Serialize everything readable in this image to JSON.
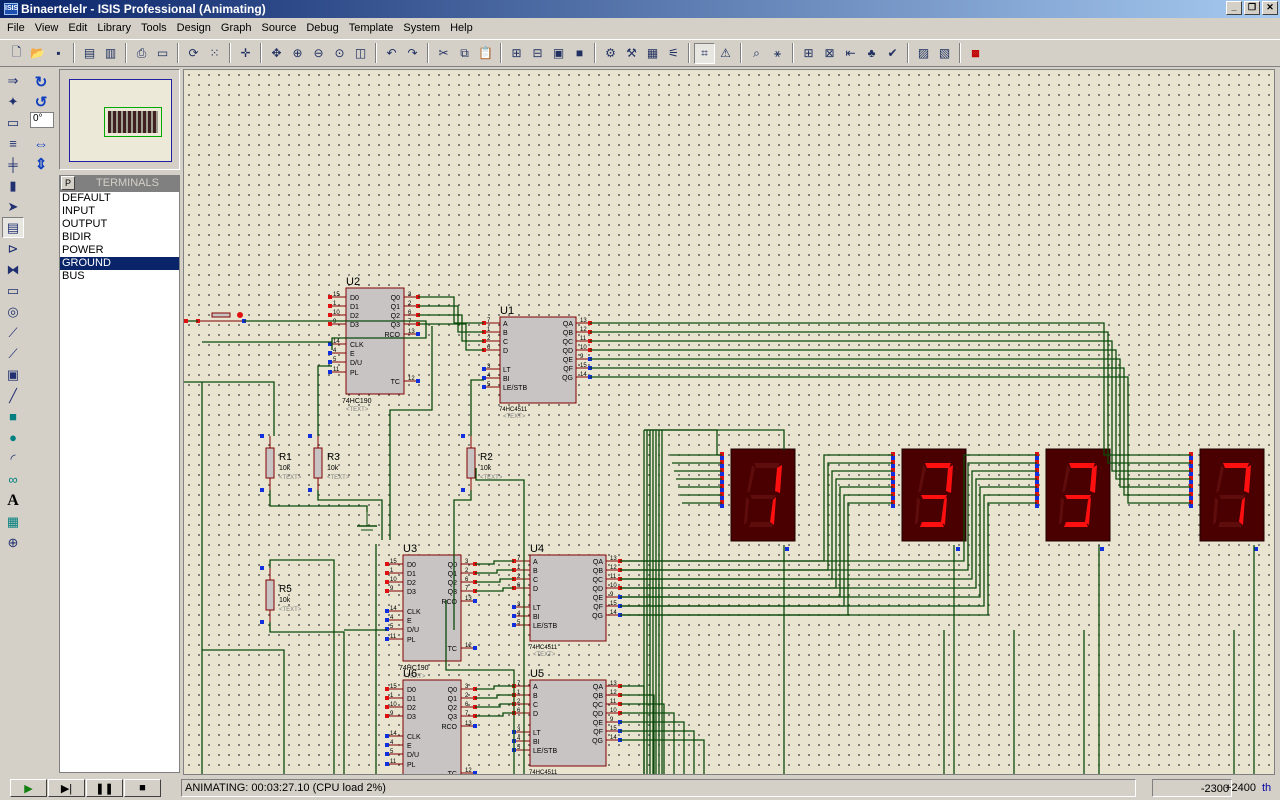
{
  "window": {
    "title": "Binaertelelr - ISIS Professional (Animating)",
    "app_icon": "ISIS"
  },
  "menu": [
    "File",
    "View",
    "Edit",
    "Library",
    "Tools",
    "Design",
    "Graph",
    "Source",
    "Debug",
    "Template",
    "System",
    "Help"
  ],
  "rotation": {
    "value": "0°"
  },
  "device_list": {
    "picker_label": "P",
    "title": "TERMINALS",
    "items": [
      "DEFAULT",
      "INPUT",
      "OUTPUT",
      "BIDIR",
      "POWER",
      "GROUND",
      "BUS"
    ],
    "selected": "GROUND"
  },
  "schematic": {
    "counter_ic": {
      "part": "74HC190",
      "placeholder": "<TEXT>",
      "left_pins": [
        "D0",
        "D1",
        "D2",
        "D3",
        "CLK",
        "E",
        "D/U",
        "PL"
      ],
      "left_nums": [
        "15",
        "1",
        "10",
        "9",
        "14",
        "4",
        "5",
        "11"
      ],
      "right_pins": [
        "Q0",
        "Q1",
        "Q2",
        "Q3",
        "RCO",
        "TC"
      ],
      "right_nums": [
        "3",
        "2",
        "6",
        "7",
        "13",
        "12"
      ]
    },
    "decoder_ic": {
      "part": "74HC4511",
      "placeholder": "<TEXT>",
      "left_pins": [
        "A",
        "B",
        "C",
        "D",
        "LT",
        "BI",
        "LE/STB"
      ],
      "left_nums": [
        "7",
        "1",
        "2",
        "6",
        "3",
        "4",
        "5"
      ],
      "right_pins": [
        "QA",
        "QB",
        "QC",
        "QD",
        "QE",
        "QF",
        "QG"
      ],
      "right_nums": [
        "13",
        "12",
        "11",
        "10",
        "9",
        "15",
        "14"
      ]
    },
    "counters": [
      {
        "ref": "U2",
        "show_part": true
      },
      {
        "ref": "U3",
        "show_part": true
      },
      {
        "ref": "U6",
        "show_part": false
      }
    ],
    "decoders": [
      {
        "ref": "U1"
      },
      {
        "ref": "U4"
      },
      {
        "ref": "U5"
      }
    ],
    "resistors": [
      {
        "ref": "R1",
        "value": "10k",
        "text": "<TEXT>"
      },
      {
        "ref": "R3",
        "value": "10k",
        "text": "<TEXT>"
      },
      {
        "ref": "R2",
        "value": "10k",
        "text": "<TEXT>"
      },
      {
        "ref": "R5",
        "value": "10k",
        "text": "<TEXT>"
      }
    ],
    "displays": [
      {
        "digit": 1
      },
      {
        "digit": 3
      },
      {
        "digit": 3
      },
      {
        "digit": 7
      }
    ],
    "colors": {
      "wire": "#0a4a0a",
      "component_outline": "#800000",
      "component_fill": "#c8c4c4",
      "display_body": "#4a0000",
      "segment_on": "#ff1010",
      "segment_off": "#5e0c0c",
      "pin_red": "#e01010",
      "pin_blue": "#1030e0"
    }
  },
  "animation": {
    "controls": [
      "play",
      "step",
      "pause",
      "stop"
    ]
  },
  "status": {
    "text": "ANIMATING: 00:03:27.10 (CPU load 2%)",
    "coord_x": "-2300",
    "coord_y": "+2400",
    "unit": "th"
  }
}
